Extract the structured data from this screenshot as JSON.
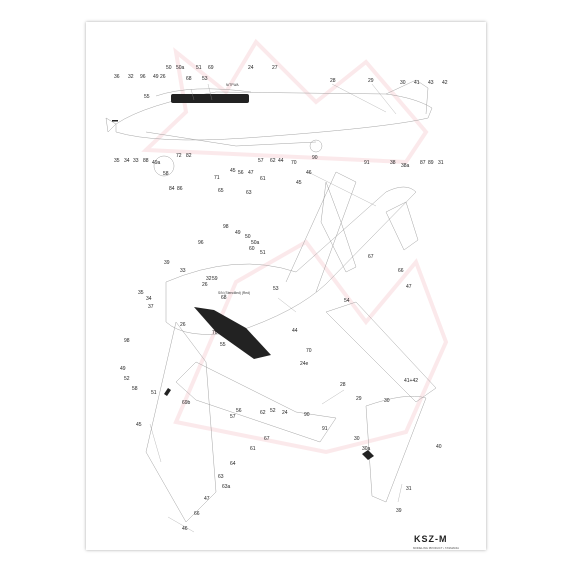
{
  "brand": {
    "name": "KSZ-M",
    "tagline": "MODELING PRODUCT • TASMANIA"
  },
  "notes": {
    "top_marking": "N/TFWA",
    "middle_marking": "S/N (Stencilled)\n(Red)"
  },
  "colors": {
    "outline": "#9a9a9a",
    "label": "#222222",
    "watermark": "#d8263a",
    "panel": "#222222"
  },
  "views": {
    "side_view": {
      "labels": [
        "36",
        "32",
        "96",
        "49",
        "26",
        "55",
        "50",
        "50a",
        "51",
        "68",
        "53",
        "69",
        "24",
        "27",
        "28",
        "29",
        "30",
        "41",
        "43",
        "42",
        "35",
        "34",
        "33",
        "88",
        "49a",
        "72",
        "82",
        "58",
        "84",
        "86",
        "71",
        "65",
        "45",
        "56",
        "47",
        "61",
        "57",
        "62",
        "44",
        "70",
        "63",
        "90",
        "91",
        "38",
        "38a",
        "87",
        "89",
        "31"
      ]
    },
    "top_view": {
      "labels": [
        "46",
        "45",
        "67",
        "66",
        "47",
        "98",
        "49",
        "50",
        "50a",
        "60",
        "51",
        "96",
        "39",
        "33",
        "35",
        "34",
        "37",
        "32",
        "26",
        "59",
        "53",
        "54",
        "68",
        "26",
        "70",
        "55",
        "44",
        "98",
        "70",
        "49",
        "24e",
        "52",
        "58",
        "51",
        "69b",
        "56",
        "57",
        "28",
        "29",
        "30",
        "41+42",
        "45",
        "52",
        "62",
        "24",
        "90",
        "91",
        "30",
        "30a",
        "67",
        "61",
        "64",
        "63",
        "63a",
        "47",
        "66",
        "46",
        "40",
        "31",
        "39"
      ]
    }
  }
}
